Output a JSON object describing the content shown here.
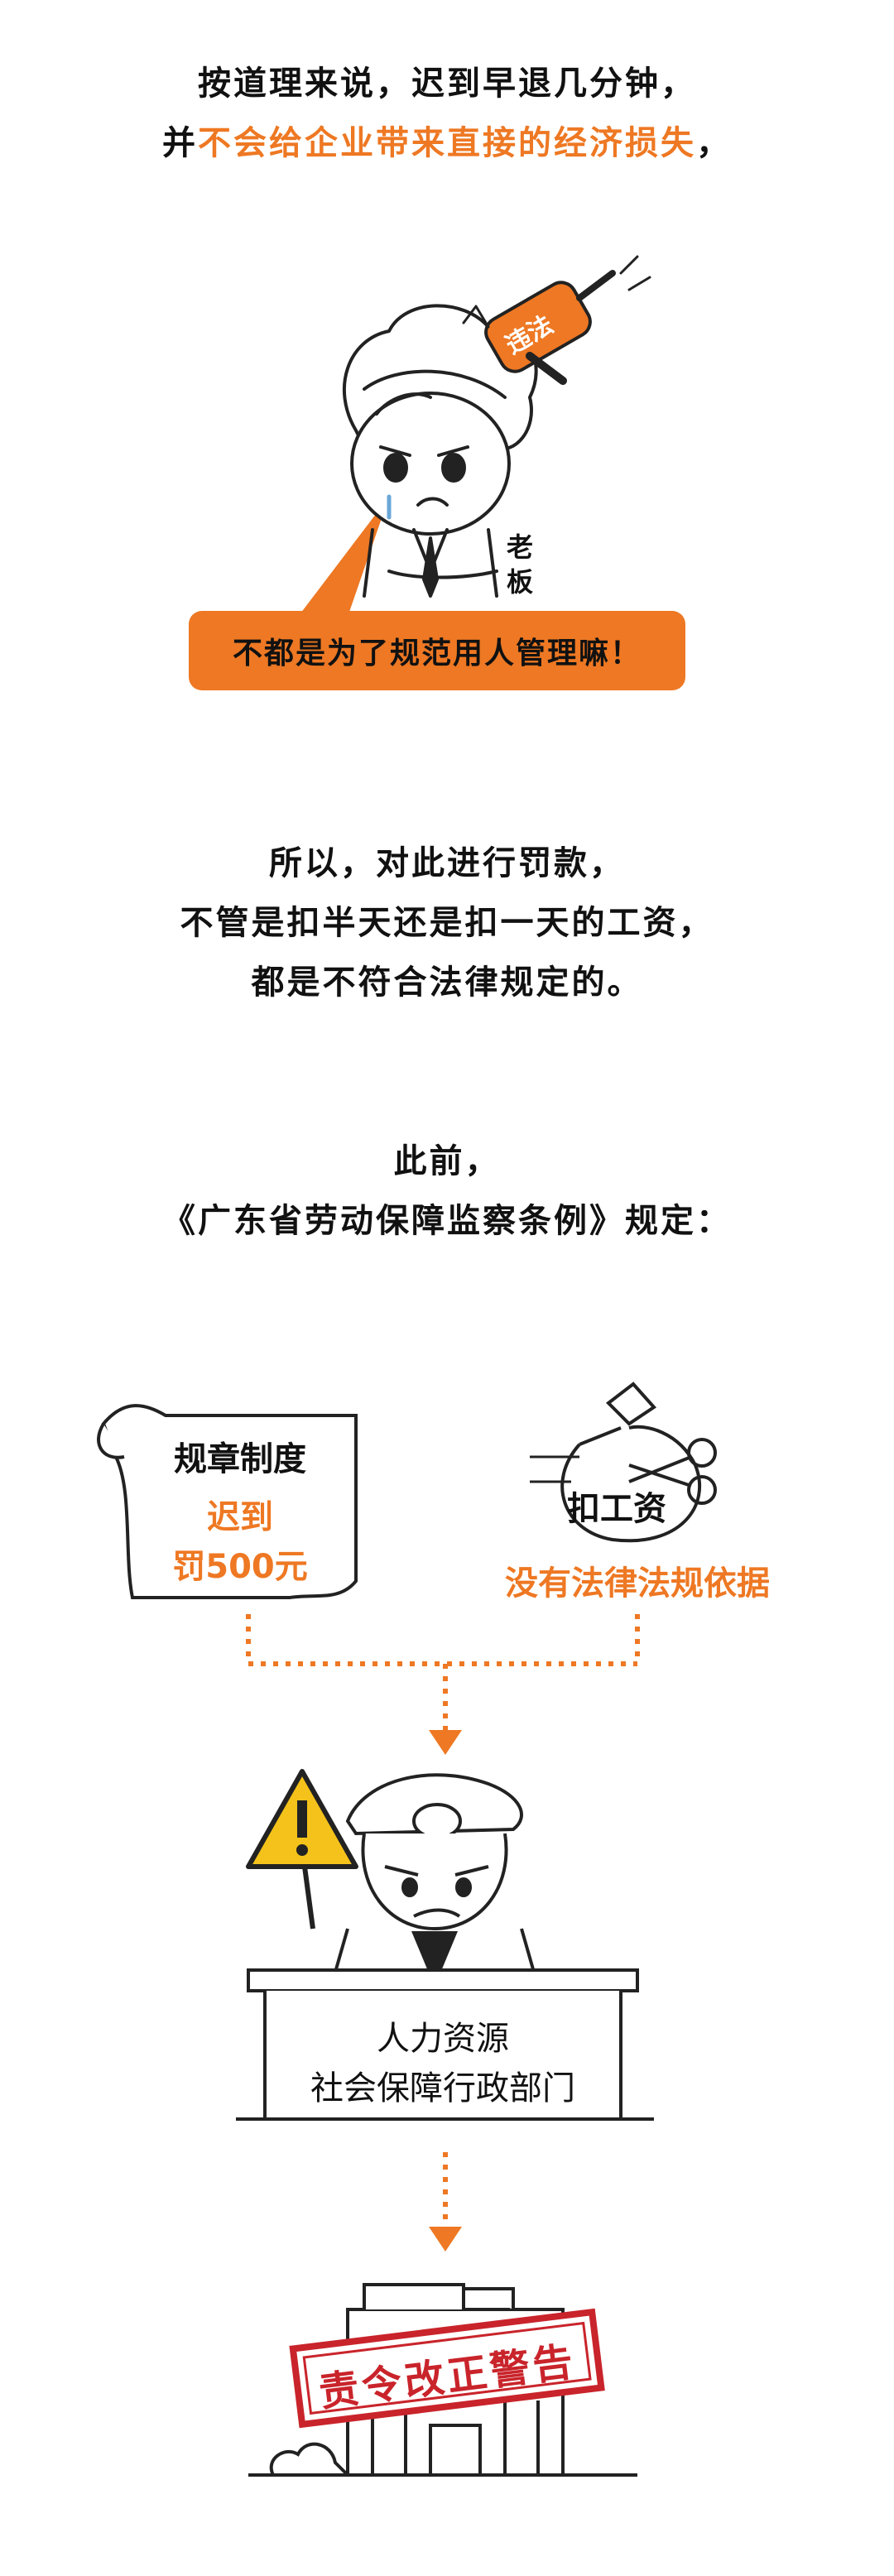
{
  "intro": {
    "line1": "按道理来说，迟到早退几分钟，",
    "line2_prefix": "并",
    "line2_highlight": "不会给企业带来直接的经济损失",
    "line2_suffix": "，"
  },
  "cartoon": {
    "hammer_text": "违法",
    "boss_label_1": "老",
    "boss_label_2": "板",
    "bubble_text": "不都是为了规范用人管理嘛！"
  },
  "para2": {
    "line1": "所以，对此进行罚款，",
    "line2": "不管是扣半天还是扣一天的工资，",
    "line3": "都是不符合法律规定的。"
  },
  "para3": {
    "line1": "此前，",
    "line2": "《广东省劳动保障监察条例》规定："
  },
  "diagram": {
    "scroll_title": "规章制度",
    "scroll_orange_1": "迟到",
    "scroll_orange_2": "罚500元",
    "deduct_label": "扣工资",
    "no_basis": "没有法律法规依据",
    "desk_line1": "人力资源",
    "desk_line2": "社会保障行政部门",
    "stamp_text": "责令改正警告"
  },
  "colors": {
    "accent": "#ee7823",
    "stamp_red": "#c9242b",
    "text": "#111111"
  }
}
